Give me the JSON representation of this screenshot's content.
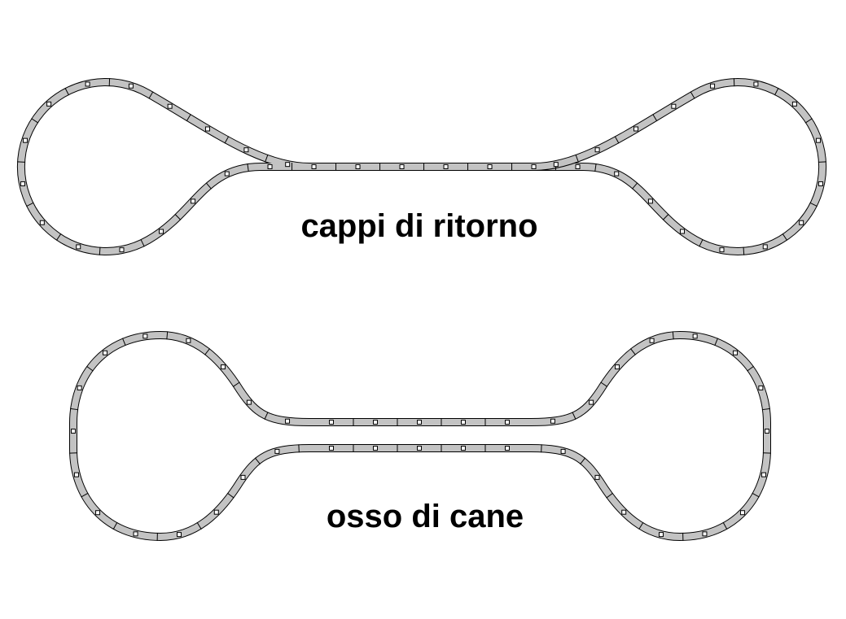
{
  "layouts": [
    {
      "id": "return-loops",
      "label": "cappi di ritorno"
    },
    {
      "id": "dog-bone",
      "label": "osso di cane"
    }
  ],
  "colors": {
    "rail_fill": "#c3c3c3",
    "rail_outline": "#000000",
    "background": "#ffffff"
  }
}
